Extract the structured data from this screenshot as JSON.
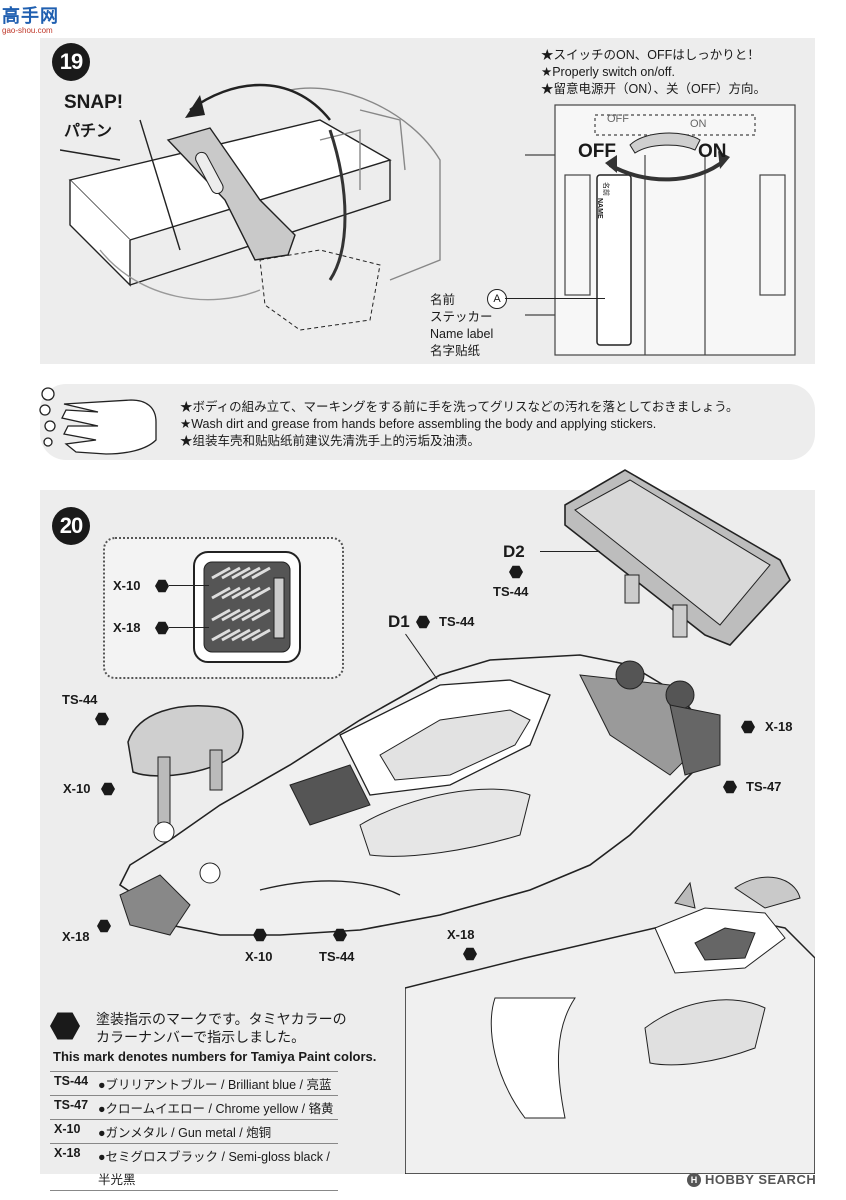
{
  "site_logo": {
    "text": "高手网",
    "url_text": "gao-shou.com"
  },
  "step19": {
    "number": "19",
    "snap_en": "SNAP!",
    "snap_jp": "パチン",
    "switch_notes": [
      "★スイッチのON、OFFはしっかりと！",
      "★Properly switch on/off.",
      "★留意电源开（ON）、关（OFF）方向。"
    ],
    "off_small": "OFF",
    "on_small": "ON",
    "off_big": "OFF",
    "on_big": "ON",
    "sticker_name_en": "NAME",
    "sticker_name_jp": "名前",
    "name_label": [
      "名前",
      "ステッカー",
      "Name label",
      "名字贴纸"
    ],
    "part_letter": "A"
  },
  "warning": {
    "lines": [
      "★ボディの組み立て、マーキングをする前に手を洗ってグリスなどの汚れを落としておきましょう。",
      "★Wash dirt and grease from hands before assembling the body and applying stickers.",
      "★组装车壳和贴贴纸前建议先清洗手上的污垢及油渍。"
    ]
  },
  "step20": {
    "number": "20",
    "parts": {
      "d2": "D2",
      "d1": "D1"
    },
    "paint_callouts": {
      "inset_x10": "X-10",
      "inset_x18": "X-18",
      "d1_ts44": "TS-44",
      "d2_ts44": "TS-44",
      "mirror_ts44": "TS-44",
      "mirror_x10": "X-10",
      "right_x18": "X-18",
      "right_ts47": "TS-47",
      "front_x18": "X-18",
      "bottom_x10": "X-10",
      "bottom_ts44": "TS-44",
      "detail_x18": "X-18"
    },
    "legend_jp": [
      "塗装指示のマークです。タミヤカラーの",
      "カラーナンバーで指示しました。"
    ],
    "legend_en": "This mark denotes numbers for Tamiya Paint colors.",
    "paint_table": [
      {
        "code": "TS-44",
        "desc": "●ブリリアントブルー / Brilliant blue / 亮蓝"
      },
      {
        "code": "TS-47",
        "desc": "●クロームイエロー / Chrome yellow / 铬黄"
      },
      {
        "code": "X-10",
        "desc": "●ガンメタル / Gun metal / 炮铜"
      },
      {
        "code": "X-18",
        "desc": "●セミグロスブラック / Semi-gloss black /"
      },
      {
        "code": "",
        "desc": "半光黑"
      }
    ]
  },
  "watermark": {
    "text": "HOBBY SEARCH",
    "prefix": "H"
  }
}
